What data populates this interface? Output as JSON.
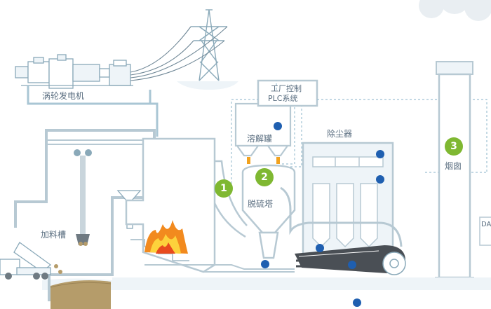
{
  "labels": {
    "turbine": "涡轮发电机",
    "plc_line1": "工厂控制",
    "plc_line2": "PLC系统",
    "dissolve_tank": "溶解罐",
    "dust_collector": "除尘器",
    "desulfurization_tower": "脱硫塔",
    "chimney": "烟囱",
    "feed_tank": "加料槽",
    "da_partial": "DA"
  },
  "badges": [
    "1",
    "2",
    "3"
  ],
  "colors": {
    "line": "#a9c6d4",
    "line_dark": "#8aa9b9",
    "fill_light": "#eef4f8",
    "green": "#7fb832",
    "blue_dot": "#1f5fb0",
    "text": "#5a6e80",
    "dark_gray": "#4a4f55",
    "waste": "#b59c6a"
  }
}
